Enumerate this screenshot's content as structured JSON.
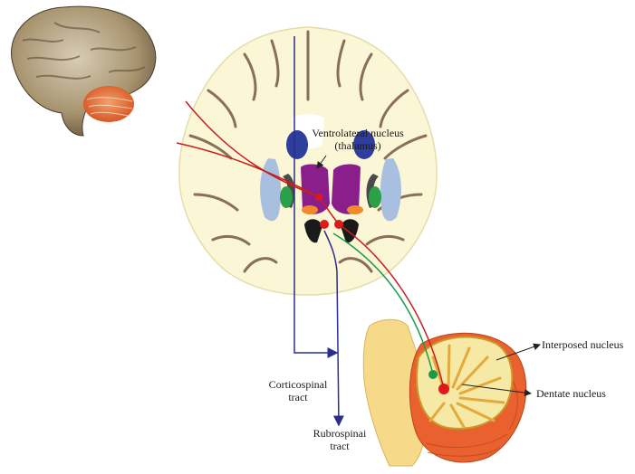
{
  "labels": {
    "ventrolateral_line1": "Ventrolateral nucleus",
    "ventrolateral_line2": "(thalamus)",
    "interposed": "Interposed nucleus",
    "dentate": "Dentate nucleus",
    "corticospinal_line1": "Corticospinal",
    "corticospinal_line2": "tract",
    "rubrospinal_line1": "Rubrospinai",
    "rubrospinal_line2": "tract"
  },
  "colors": {
    "white_matter": "#fbf6d6",
    "gray_matter": "#8a6f58",
    "tract_blue": "#2b2f8a",
    "path_red": "#c61e1e",
    "path_green": "#1d9a4a",
    "thalamus": "#8a1e8a",
    "caudate": "#2d3e9c",
    "putamen": "#a8bfe0",
    "globus_pallidus": "#2aa048",
    "red_nucleus_dot": "#e01a1a",
    "cerebellar_cortex": "#e8612e",
    "cerebellar_white": "#f6e9a6",
    "brainstem": "#f7d98a"
  },
  "icons": {
    "brain_thumbnail": "brain-with-cerebellum-icon"
  }
}
